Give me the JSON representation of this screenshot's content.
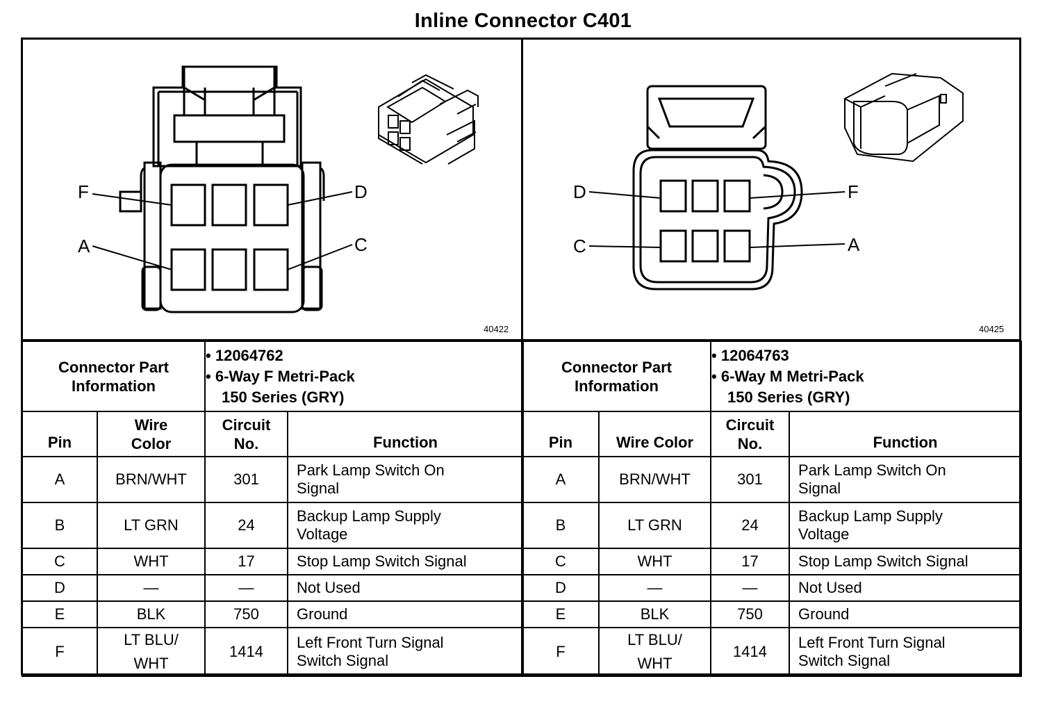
{
  "title": "Inline Connector C401",
  "left": {
    "figure_number": "40422",
    "pin_labels": {
      "F": "F",
      "D": "D",
      "A": "A",
      "C": "C"
    },
    "connector_part_info_label": [
      "Connector Part",
      "Information"
    ],
    "part_number": "12064762",
    "description_line1": "6-Way F Metri-Pack",
    "description_line2": "150 Series (GRY)",
    "headers": {
      "pin": "Pin",
      "wire_color_1": "Wire",
      "wire_color_2": "Color",
      "circuit_1": "Circuit",
      "circuit_2": "No.",
      "function": "Function"
    },
    "rows": [
      {
        "pin": "A",
        "wire": [
          "BRN/WHT"
        ],
        "circuit": "301",
        "function": [
          "Park Lamp Switch On",
          "Signal"
        ]
      },
      {
        "pin": "B",
        "wire": [
          "LT GRN"
        ],
        "circuit": "24",
        "function": [
          "Backup Lamp Supply",
          "Voltage"
        ]
      },
      {
        "pin": "C",
        "wire": [
          "WHT"
        ],
        "circuit": "17",
        "function": [
          "Stop Lamp Switch Signal"
        ]
      },
      {
        "pin": "D",
        "wire": [
          "—"
        ],
        "circuit": "—",
        "function": [
          "Not Used"
        ]
      },
      {
        "pin": "E",
        "wire": [
          "BLK"
        ],
        "circuit": "750",
        "function": [
          "Ground"
        ]
      },
      {
        "pin": "F",
        "wire": [
          "LT BLU/",
          "WHT"
        ],
        "circuit": "1414",
        "function": [
          "Left Front Turn Signal",
          "Switch Signal"
        ]
      }
    ]
  },
  "right": {
    "figure_number": "40425",
    "pin_labels": {
      "D": "D",
      "F": "F",
      "C": "C",
      "A": "A"
    },
    "connector_part_info_label": [
      "Connector Part",
      "Information"
    ],
    "part_number": "12064763",
    "description_line1": "6-Way M Metri-Pack",
    "description_line2": "150 Series (GRY)",
    "headers": {
      "pin": "Pin",
      "wire_color": "Wire Color",
      "circuit_1": "Circuit",
      "circuit_2": "No.",
      "function": "Function"
    },
    "rows": [
      {
        "pin": "A",
        "wire": [
          "BRN/WHT"
        ],
        "circuit": "301",
        "function": [
          "Park Lamp Switch On",
          "Signal"
        ]
      },
      {
        "pin": "B",
        "wire": [
          "LT GRN"
        ],
        "circuit": "24",
        "function": [
          "Backup Lamp Supply",
          "Voltage"
        ]
      },
      {
        "pin": "C",
        "wire": [
          "WHT"
        ],
        "circuit": "17",
        "function": [
          "Stop Lamp Switch Signal"
        ]
      },
      {
        "pin": "D",
        "wire": [
          "—"
        ],
        "circuit": "—",
        "function": [
          "Not Used"
        ]
      },
      {
        "pin": "E",
        "wire": [
          "BLK"
        ],
        "circuit": "750",
        "function": [
          "Ground"
        ]
      },
      {
        "pin": "F",
        "wire": [
          "LT BLU/",
          "WHT"
        ],
        "circuit": "1414",
        "function": [
          "Left Front Turn Signal",
          "Switch Signal"
        ]
      }
    ]
  }
}
